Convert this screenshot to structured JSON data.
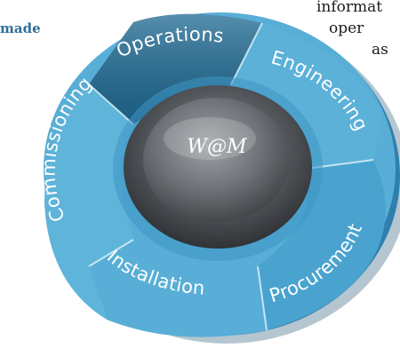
{
  "page_text": {
    "left_fragment": "made",
    "right_fragments": [
      "informat",
      "oper",
      "as"
    ]
  },
  "diagram": {
    "hub": {
      "label": "W@M",
      "color": "#6f7378"
    },
    "segments": [
      {
        "label": "Operations",
        "color": "#1f6a93",
        "highlight": true
      },
      {
        "label": "Engineering",
        "color": "#5bb1d8"
      },
      {
        "label": "Procurement",
        "color": "#4aa3cf"
      },
      {
        "label": "Installation",
        "color": "#58aed6"
      },
      {
        "label": "Commissioning",
        "color": "#5fb4da"
      }
    ]
  }
}
